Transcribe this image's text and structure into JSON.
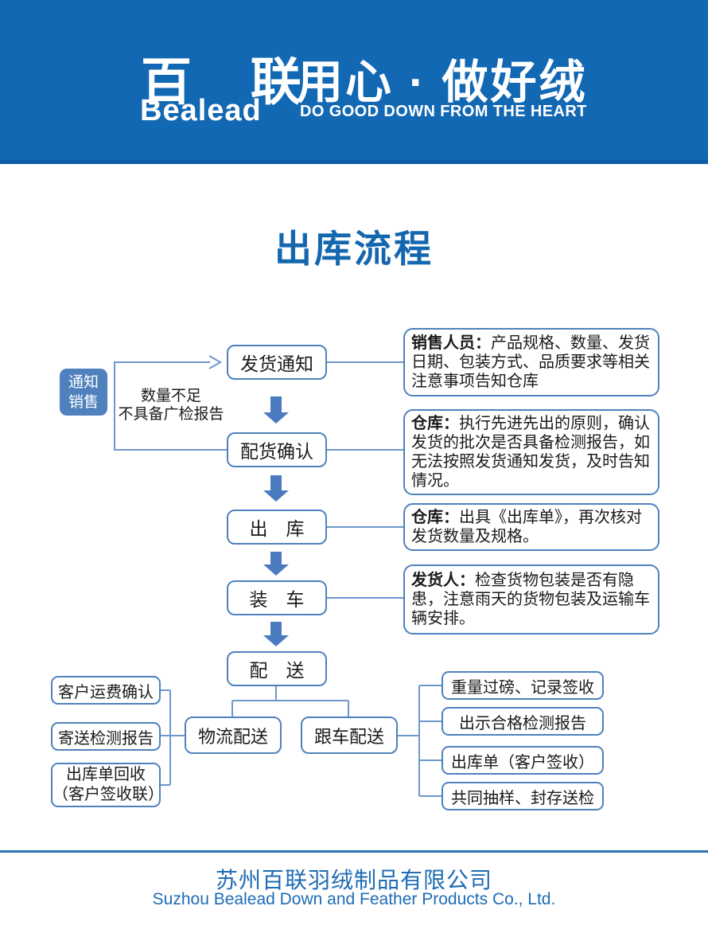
{
  "header": {
    "logo_cn": "百 联",
    "logo_en": "Bealead",
    "slogan_cn": "用心 · 做好绒",
    "slogan_en": "DO GOOD DOWN FROM THE HEART"
  },
  "title": "出库流程",
  "flow": {
    "steps": [
      "发货通知",
      "配货确认",
      "出　库",
      "装　车",
      "配　送"
    ],
    "notify_sales": {
      "line1": "通知",
      "line2": "销售"
    },
    "loop_label": {
      "line1": "数量不足",
      "line2": "不具备广检报告"
    },
    "annotations": [
      {
        "prefix": "销售人员：",
        "text": "产品规格、数量、发货日期、包装方式、品质要求等相关注意事项告知仓库"
      },
      {
        "prefix": "仓库：",
        "text": "执行先进先出的原则，确认发货的批次是否具备检测报告，如无法按照发货通知发货，及时告知情况。"
      },
      {
        "prefix": "仓库：",
        "text": "出具《出库单》，再次核对发货数量及规格。"
      },
      {
        "prefix": "发货人：",
        "text": "检查货物包装是否有隐患，注意雨天的货物包装及运输车辆安排。"
      }
    ],
    "delivery_methods": [
      "物流配送",
      "跟车配送"
    ],
    "logistics_tasks": [
      {
        "label": "客户运费确认"
      },
      {
        "label": "寄送检测报告"
      },
      {
        "line1": "出库单回收",
        "line2": "（客户签收联）"
      }
    ],
    "truck_tasks": [
      "重量过磅、记录签收",
      "出示合格检测报告",
      "出库单（客户签收）",
      "共同抽样、封存送检"
    ]
  },
  "footer": {
    "company_cn": "苏州百联羽绒制品有限公司",
    "company_en": "Suzhou Bealead Down and Feather Products Co., Ltd."
  },
  "colors": {
    "header_blue": "#1268b3",
    "header_edge_blue": "#0d5ca6",
    "accent_border": "#4f81bd",
    "arrow_fill": "#4a7bbf",
    "connector": "#6d98cc",
    "title_blue": "#1467af",
    "footer_blue": "#1e6cb5"
  }
}
